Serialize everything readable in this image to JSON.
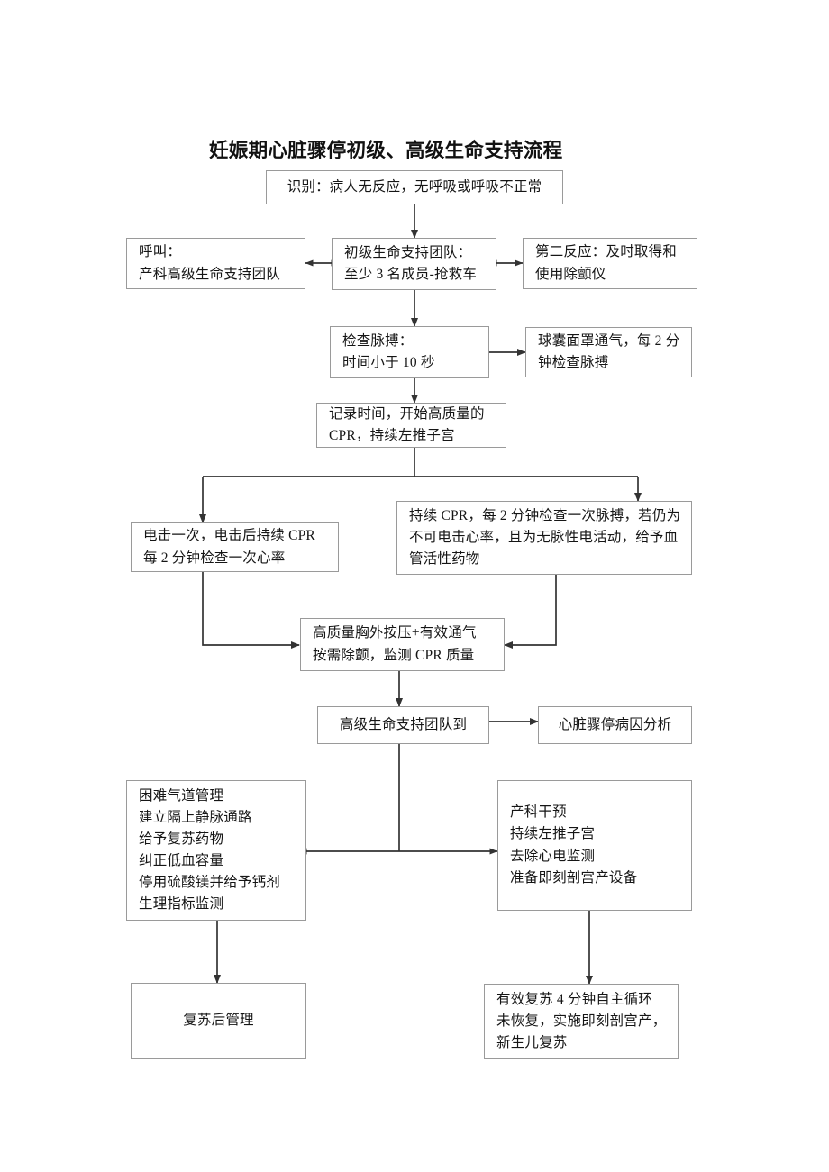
{
  "title": "妊娠期心脏骤停初级、高级生命支持流程",
  "diagram": {
    "type": "flowchart",
    "orientation": "top-to-bottom",
    "line_color": "#9a9a9a",
    "arrow_color": "#333333",
    "background": "#ffffff",
    "nodes": [
      {
        "id": "recognize",
        "lines": [
          "识别：病人无反应，无呼吸或呼吸不正常"
        ]
      },
      {
        "id": "call-team",
        "lines": [
          "呼叫：",
          "产科高级生命支持团队"
        ]
      },
      {
        "id": "bls-team",
        "lines": [
          "初级生命支持团队：",
          "至少 3 名成员-抢救车"
        ]
      },
      {
        "id": "second-responder",
        "lines": [
          "第二反应：及时取得和",
          "使用除颤仪"
        ]
      },
      {
        "id": "check-pulse",
        "lines": [
          "检查脉搏：",
          "时间小于 10 秒"
        ]
      },
      {
        "id": "bag-mask",
        "lines": [
          "球囊面罩通气，每 2 分",
          "钟检查脉搏"
        ]
      },
      {
        "id": "record-cpr",
        "lines": [
          "记录时间，开始高质量的",
          "CPR，持续左推子宫"
        ]
      },
      {
        "id": "shock-once",
        "lines": [
          "电击一次，电击后持续 CPR",
          "每 2 分钟检查一次心率"
        ]
      },
      {
        "id": "continue-cpr",
        "lines": [
          "持续 CPR，每 2 分钟检查一次脉搏，若仍为",
          "不可电击心率，且为无脉性电活动，给予血",
          "管活性药物"
        ]
      },
      {
        "id": "cpr-quality",
        "lines": [
          "高质量胸外按压+有效通气",
          "按需除颤，监测 CPR 质量"
        ]
      },
      {
        "id": "als-arrive",
        "lines": [
          "高级生命支持团队到"
        ]
      },
      {
        "id": "cause-analysis",
        "lines": [
          "心脏骤停病因分析"
        ]
      },
      {
        "id": "airway-measures",
        "lines": [
          "困难气道管理",
          "建立隔上静脉通路",
          "给予复苏药物",
          "纠正低血容量",
          "停用硫酸镁并给予钙剂",
          "生理指标监测"
        ]
      },
      {
        "id": "obstetric-intervention",
        "lines": [
          "产科干预",
          "持续左推子宫",
          "去除心电监测",
          "准备即刻剖宫产设备"
        ]
      },
      {
        "id": "post-resuscitation",
        "lines": [
          "复苏后管理"
        ]
      },
      {
        "id": "cesarean",
        "lines": [
          "有效复苏 4 分钟自主循环",
          "未恢复，实施即刻剖宫产，",
          "新生儿复苏"
        ]
      }
    ],
    "edges": [
      {
        "from": "recognize",
        "to": "bls-team",
        "style": "arrow"
      },
      {
        "from": "bls-team",
        "to": "call-team",
        "style": "double-arrow"
      },
      {
        "from": "bls-team",
        "to": "second-responder",
        "style": "double-arrow"
      },
      {
        "from": "bls-team",
        "to": "check-pulse",
        "style": "arrow"
      },
      {
        "from": "check-pulse",
        "to": "bag-mask",
        "style": "arrow"
      },
      {
        "from": "check-pulse",
        "to": "record-cpr",
        "style": "arrow"
      },
      {
        "from": "record-cpr",
        "to": "shock-once",
        "style": "arrow"
      },
      {
        "from": "record-cpr",
        "to": "continue-cpr",
        "style": "arrow"
      },
      {
        "from": "shock-once",
        "to": "cpr-quality",
        "style": "arrow"
      },
      {
        "from": "continue-cpr",
        "to": "cpr-quality",
        "style": "arrow"
      },
      {
        "from": "cpr-quality",
        "to": "als-arrive",
        "style": "arrow"
      },
      {
        "from": "als-arrive",
        "to": "cause-analysis",
        "style": "arrow"
      },
      {
        "from": "als-arrive",
        "to": "airway-measures",
        "style": "double-arrow"
      },
      {
        "from": "als-arrive",
        "to": "obstetric-intervention",
        "style": "double-arrow"
      },
      {
        "from": "airway-measures",
        "to": "post-resuscitation",
        "style": "arrow"
      },
      {
        "from": "obstetric-intervention",
        "to": "cesarean",
        "style": "arrow"
      }
    ]
  }
}
